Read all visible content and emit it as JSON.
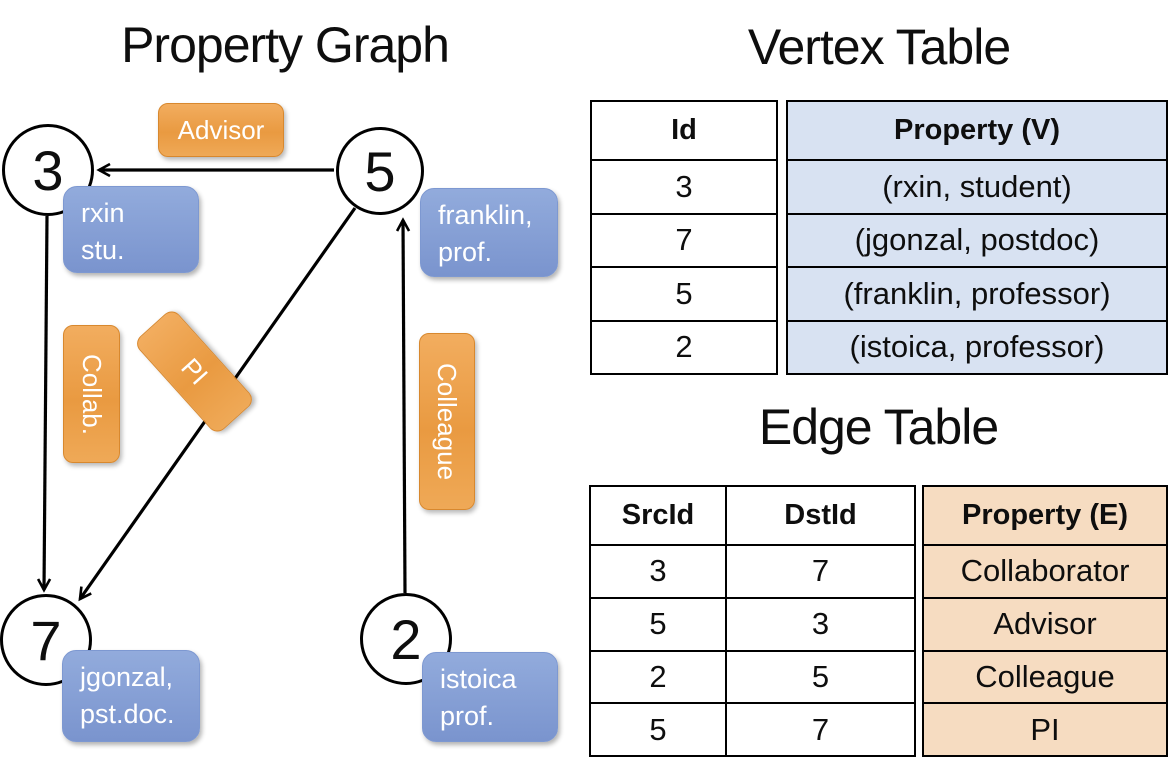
{
  "graph_panel": {
    "title": "Property Graph",
    "nodes": [
      {
        "id": "3",
        "label_lines": [
          "rxin",
          "stu."
        ]
      },
      {
        "id": "5",
        "label_lines": [
          "franklin,",
          "prof."
        ]
      },
      {
        "id": "7",
        "label_lines": [
          "jgonzal,",
          "pst.doc."
        ]
      },
      {
        "id": "2",
        "label_lines": [
          "istoica",
          "prof."
        ]
      }
    ],
    "edges": [
      {
        "from": "5",
        "to": "3",
        "label": "Advisor"
      },
      {
        "from": "3",
        "to": "7",
        "label": "Collab."
      },
      {
        "from": "5",
        "to": "7",
        "label": "PI"
      },
      {
        "from": "2",
        "to": "5",
        "label": "Colleague"
      }
    ]
  },
  "vertex_table": {
    "title": "Vertex Table",
    "columns": [
      "Id",
      "Property (V)"
    ],
    "rows": [
      [
        "3",
        "(rxin, student)"
      ],
      [
        "7",
        "(jgonzal, postdoc)"
      ],
      [
        "5",
        "(franklin, professor)"
      ],
      [
        "2",
        "(istoica, professor)"
      ]
    ]
  },
  "edge_table": {
    "title": "Edge Table",
    "columns": [
      "SrcId",
      "DstId",
      "Property (E)"
    ],
    "rows": [
      [
        "3",
        "7",
        "Collaborator"
      ],
      [
        "5",
        "3",
        "Advisor"
      ],
      [
        "2",
        "5",
        "Colleague"
      ],
      [
        "5",
        "7",
        "PI"
      ]
    ]
  },
  "colors": {
    "edge_label_orange": "#eca14b",
    "vertex_label_blue": "#84a0d5",
    "vertex_property_bg": "#d8e2f2",
    "edge_property_bg": "#f6dcc1",
    "line_black": "#000000"
  }
}
